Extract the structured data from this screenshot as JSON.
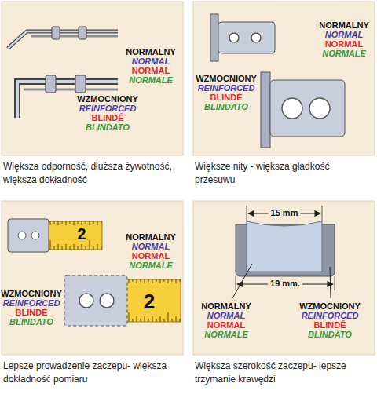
{
  "diagram": {
    "nodes": [
      {
        "text": [
          "NORMALNY",
          "NORMAL",
          "NORMAL",
          "NORMALE",
          "WZMOCNIONY",
          "REINFORCED",
          "BLINDÉ",
          "BLINDATO",
          "Większa odporność, dłuższa żywotność, większa dokładność"
        ]
      },
      {
        "text": [
          "NORMALNY",
          "NORMAL",
          "NORMAL",
          "NORMALE",
          "WZMOCNIONY",
          "REINFORCED",
          "BLINDÉ",
          "BLINDATO",
          "Większe nity - większa gładkość przesuwu"
        ]
      },
      {
        "text": [
          "NORMALNY",
          "NORMAL",
          "NORMAL",
          "NORMALE",
          "WZMOCNIONY",
          "REINFORCED",
          "BLINDÉ",
          "BLINDATO",
          "Lepsze prowadzenie zaczepu- większa dokładność pomiaru"
        ]
      },
      {
        "text": [
          "NORMALNY",
          "NORMAL",
          "NORMAL",
          "NORMALE",
          "WZMOCNIONY",
          "REINFORCED",
          "BLINDÉ",
          "BLINDATO",
          "Większa szerokość zaczepu- lepsze trzymanie krawędzi"
        ]
      }
    ],
    "labels": [
      "2",
      "2",
      "15 mm",
      "19 mm."
    ]
  }
}
